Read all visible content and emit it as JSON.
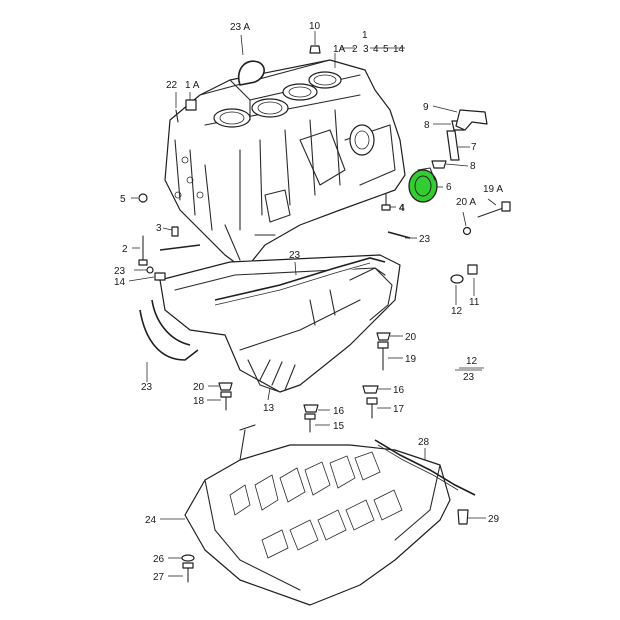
{
  "highlight_color": "#33cc33",
  "callouts": {
    "c1": "1",
    "c1A_top": "1A",
    "c2": "2",
    "c3top": "3",
    "c4top": "4",
    "c5top": "5",
    "c14top": "14",
    "c2b": "2",
    "c3": "3",
    "c4": "4",
    "c5": "5",
    "c6": "6",
    "c7": "7",
    "c8a": "8",
    "c8b": "8",
    "c9": "9",
    "c10": "10",
    "c11": "11",
    "c12": "12",
    "c12b": "12",
    "c13": "13",
    "c14": "14",
    "c15": "15",
    "c16a": "16",
    "c16b": "16",
    "c17": "17",
    "c18": "18",
    "c19": "19",
    "c19A": "19 A",
    "c20a": "20",
    "c20b": "20",
    "c20A": "20 A",
    "c22": "22",
    "c1A_left": "1 A",
    "c23a": "23",
    "c23b": "23",
    "c23c": "23",
    "c23d": "23",
    "c23e": "23",
    "c23A": "23 A",
    "c24": "24",
    "c26": "26",
    "c27": "27",
    "c28": "28",
    "c29": "29"
  }
}
